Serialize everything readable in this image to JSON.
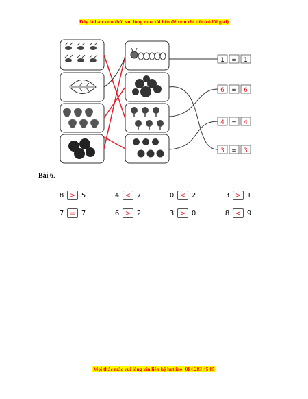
{
  "header_banner": "Đây là bản xem thử, vui lòng mua tài liệu để xem chi tiết (có lời giải)",
  "footer_banner": "Mọi thắc mắc vui lòng xin liên hệ hotline: 084 283 45 85",
  "exercise_title": "Bài 6",
  "matching": {
    "equations": [
      {
        "left": "1",
        "sign": "=",
        "right": "1",
        "color": "#000000"
      },
      {
        "left": "6",
        "sign": "=",
        "right": "6",
        "color": "#e0202a"
      },
      {
        "left": "4",
        "sign": "=",
        "right": "4",
        "color": "#e0202a"
      },
      {
        "left": "3",
        "sign": "=",
        "right": "3",
        "color": "#e0202a"
      }
    ]
  },
  "comparisons": [
    [
      {
        "a": "8",
        "sign": ">",
        "b": "5"
      },
      {
        "a": "4",
        "sign": "<",
        "b": "7"
      },
      {
        "a": "0",
        "sign": "<",
        "b": "2"
      },
      {
        "a": "3",
        "sign": ">",
        "b": "1"
      }
    ],
    [
      {
        "a": "7",
        "sign": "=",
        "b": "7"
      },
      {
        "a": "6",
        "sign": ">",
        "b": "2"
      },
      {
        "a": "3",
        "sign": ">",
        "b": "0"
      },
      {
        "a": "8",
        "sign": "<",
        "b": "9"
      }
    ]
  ],
  "colors": {
    "answer_red": "#e0202a",
    "banner_yellow": "#ffff00",
    "banner_text": "#ff0000"
  }
}
